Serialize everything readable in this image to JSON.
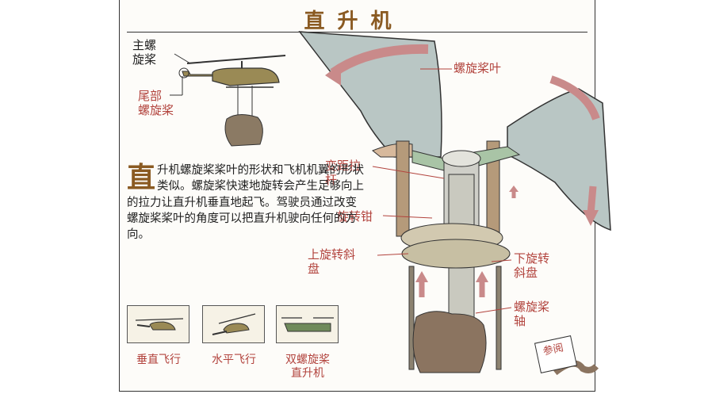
{
  "title": "直升机",
  "labels": {
    "main_rotor": "主螺\n旋桨",
    "tail_rotor": "尾部\n螺旋桨",
    "rotor_blade": "螺旋桨叶",
    "pitch_rod": "变距拉\n杆",
    "rotating_clamp": "旋转钳",
    "upper_swashplate": "上旋转斜\n盘",
    "lower_swashplate": "下旋转\n斜盘",
    "rotor_shaft": "螺旋桨\n轴",
    "see_also": "参阅"
  },
  "paragraph": {
    "dropcap": "直",
    "text": "升机螺旋桨桨叶的形状和飞机机翼的形状类似。螺旋桨快速地旋转会产生足够向上的拉力让直升机垂直地起飞。驾驶员通过改变螺旋桨桨叶的角度可以把直升机驶向任何的方向。"
  },
  "thumbnails": [
    {
      "caption": "垂直飞行"
    },
    {
      "caption": "水平飞行"
    },
    {
      "caption": "双螺旋桨\n直升机"
    }
  ],
  "colors": {
    "title": "#8a5a22",
    "label": "#b2433d",
    "blade": "#b9c6c4",
    "mechanism": "#d2c9b0",
    "arrow": "#c98a8a",
    "helicopter": "#9a8a55"
  }
}
